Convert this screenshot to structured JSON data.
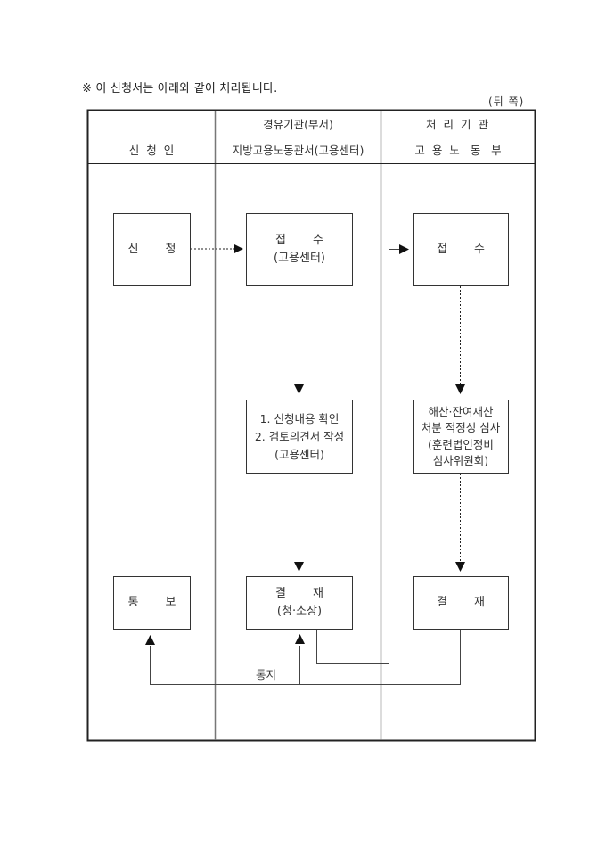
{
  "intro_note": "※ 이 신청서는 아래와 같이 처리됩니다.",
  "page_side": "(뒤 쪽)",
  "table": {
    "header_row1": [
      "",
      "경유기관(부서)",
      "처 리 기 관"
    ],
    "header_row2": [
      "신  청  인",
      "지방고용노동관서(고용센터)",
      "고  용  노   동   부"
    ]
  },
  "boxes": {
    "apply": {
      "line1": "신 청"
    },
    "receive_center": {
      "line1": "접 수",
      "line2": "(고용센터)"
    },
    "receive_ministry": {
      "line1": "접 수"
    },
    "review": {
      "line1": "1. 신청내용 확인",
      "line2": "2. 검토의견서 작성",
      "line3": "(고용센터)"
    },
    "deliberation": {
      "line1": "해산·잔여재산",
      "line2": "처분 적정성 심사",
      "line3": "(훈련법인정비",
      "line4": "심사위원회)"
    },
    "notify": {
      "line1": "통 보"
    },
    "approve_center": {
      "line1": "결 재",
      "line2": "(청·소장)"
    },
    "approve_ministry": {
      "line1": "결 재"
    }
  },
  "flow_labels": {
    "notification": "통지"
  }
}
